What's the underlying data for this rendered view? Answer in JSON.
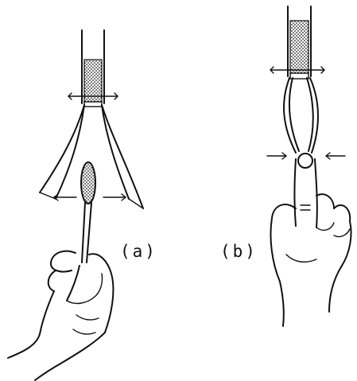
{
  "panels": [
    {
      "id": "a",
      "label": "(a)",
      "icon": "electroscope-leaves-spread-icon"
    },
    {
      "id": "b",
      "label": "(b)",
      "icon": "electroscope-leaves-pinched-icon"
    }
  ],
  "colors": {
    "ink": "#111111",
    "background": "#ffffff"
  }
}
